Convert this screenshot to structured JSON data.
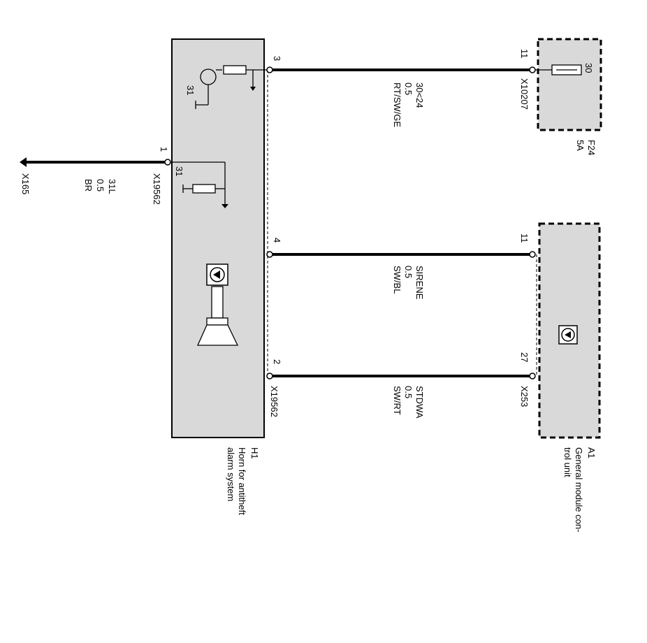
{
  "ground": {
    "connector": "X165",
    "wire": [
      "31L",
      "0.5",
      "BR"
    ]
  },
  "horn": {
    "id": "H1",
    "name": [
      "Horn for antitheft",
      "alarm system"
    ],
    "connector_left": "X19562",
    "connector_right": "X19562",
    "pin_left": "1",
    "internal_ground_top": "31",
    "internal_ground_mid": "31"
  },
  "wires": [
    {
      "pin_horn": "3",
      "pin_far": "11",
      "labels": [
        "30<24",
        "0.5",
        "RT/SW/GE"
      ]
    },
    {
      "pin_horn": "4",
      "pin_far": "11",
      "labels": [
        "SIRENE",
        "0.5",
        "SW/BL"
      ]
    },
    {
      "pin_horn": "2",
      "pin_far": "27",
      "labels": [
        "STDWA",
        "0.5",
        "SW/RT"
      ]
    }
  ],
  "fuse": {
    "id": "F24",
    "rating": "5A",
    "connector": "X10207",
    "terminal": "30"
  },
  "module": {
    "id": "A1",
    "name": [
      "General module con-",
      "trol unit"
    ],
    "connector": "X253"
  }
}
